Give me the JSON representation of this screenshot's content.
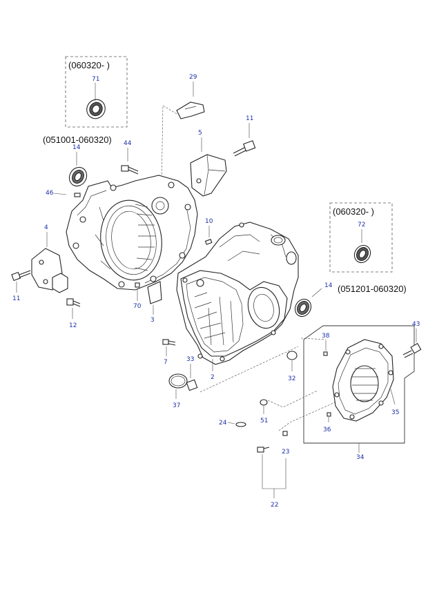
{
  "diagram": {
    "date_codes": {
      "top_box": "(060320- )",
      "left_housing": "(051001-060320)",
      "right_box": "(060320- )",
      "right_seal": "(051201-060320)"
    },
    "callouts": {
      "p71": "71",
      "p29": "29",
      "p11_top": "11",
      "p5": "5",
      "p14_left": "14",
      "p44": "44",
      "p46": "46",
      "p4": "4",
      "p10": "10",
      "p72": "72",
      "p14_right": "14",
      "p11_left": "11",
      "p70": "70",
      "p3": "3",
      "p12": "12",
      "p43": "43",
      "p38": "38",
      "p7": "7",
      "p33": "33",
      "p2": "2",
      "p32": "32",
      "p37": "37",
      "p35": "35",
      "p24": "24",
      "p51": "51",
      "p36": "36",
      "p23": "23",
      "p34": "34",
      "p22": "22"
    }
  }
}
